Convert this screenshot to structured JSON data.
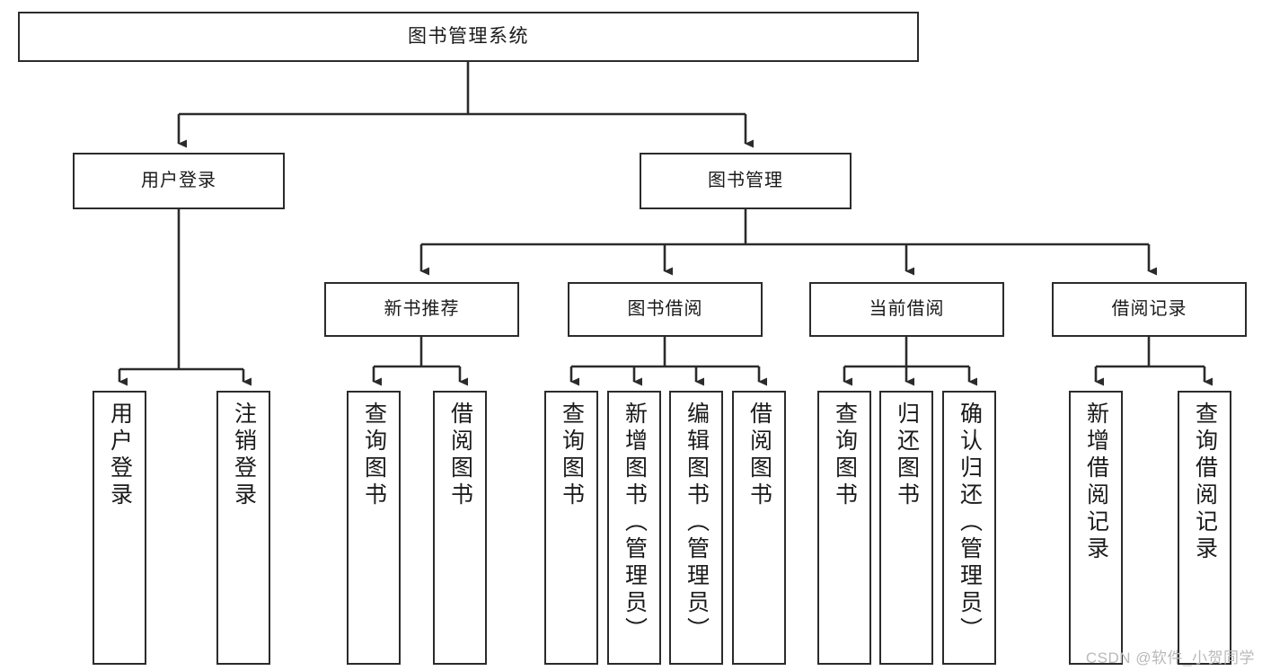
{
  "diagram": {
    "title": "图书管理系统",
    "type": "tree-hierarchy-diagram",
    "watermark": "CSDN @软件_小贺同学",
    "colors": {
      "box_border": "#2b2b2b",
      "box_fill": "#ffffff",
      "connector": "#2b2b2b",
      "text": "#1a1a1a",
      "watermark": "#b9b9b9",
      "background": "#ffffff"
    }
  },
  "nodes": {
    "root": {
      "label": "图书管理系统"
    },
    "level2": [
      {
        "id": "user-login",
        "label": "用户登录"
      },
      {
        "id": "book-management",
        "label": "图书管理"
      }
    ],
    "level3": [
      {
        "id": "new-book-recommend",
        "label": "新书推荐"
      },
      {
        "id": "book-borrow",
        "label": "图书借阅"
      },
      {
        "id": "current-borrow",
        "label": "当前借阅"
      },
      {
        "id": "borrow-record",
        "label": "借阅记录"
      }
    ],
    "leaves": [
      {
        "id": "leaf-user-login",
        "parent": "user-login",
        "label": "用户登录"
      },
      {
        "id": "leaf-user-logout",
        "parent": "user-login",
        "label": "注销登录"
      },
      {
        "id": "leaf-query-book-1",
        "parent": "new-book-recommend",
        "label": "查询图书"
      },
      {
        "id": "leaf-borrow-book-1",
        "parent": "new-book-recommend",
        "label": "借阅图书"
      },
      {
        "id": "leaf-query-book-2",
        "parent": "book-borrow",
        "label": "查询图书"
      },
      {
        "id": "leaf-add-book-admin",
        "parent": "book-borrow",
        "label": "新增图书（管理员）"
      },
      {
        "id": "leaf-edit-book-admin",
        "parent": "book-borrow",
        "label": "编辑图书（管理员）"
      },
      {
        "id": "leaf-borrow-book-2",
        "parent": "book-borrow",
        "label": "借阅图书"
      },
      {
        "id": "leaf-query-book-3",
        "parent": "current-borrow",
        "label": "查询图书"
      },
      {
        "id": "leaf-return-book",
        "parent": "current-borrow",
        "label": "归还图书"
      },
      {
        "id": "leaf-confirm-return-admin",
        "parent": "current-borrow",
        "label": "确认归还（管理员）"
      },
      {
        "id": "leaf-add-borrow-record",
        "parent": "borrow-record",
        "label": "新增借阅记录"
      },
      {
        "id": "leaf-query-borrow-record",
        "parent": "borrow-record",
        "label": "查询借阅记录"
      }
    ]
  }
}
